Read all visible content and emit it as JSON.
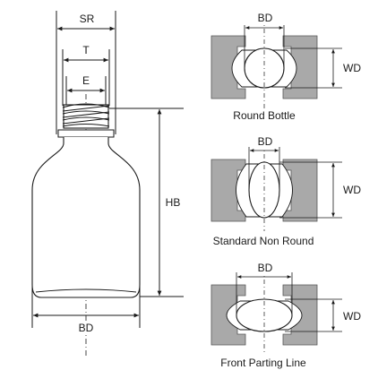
{
  "bottle": {
    "labels": {
      "sr": "SR",
      "t": "T",
      "e": "E",
      "hb": "HB",
      "bd": "BD"
    }
  },
  "sections": [
    {
      "name": "round-bottle",
      "caption": "Round Bottle",
      "bd_label": "BD",
      "wd_label": "WD"
    },
    {
      "name": "standard-non-round",
      "caption": "Standard Non Round",
      "bd_label": "BD",
      "wd_label": "WD"
    },
    {
      "name": "front-parting-line",
      "caption": "Front Parting Line",
      "bd_label": "BD",
      "wd_label": "WD"
    }
  ],
  "colors": {
    "mold_fill": "#a9a9a9",
    "mold_stroke": "#555555",
    "line": "#1a1a1a",
    "bottle_fill": "#ffffff"
  }
}
